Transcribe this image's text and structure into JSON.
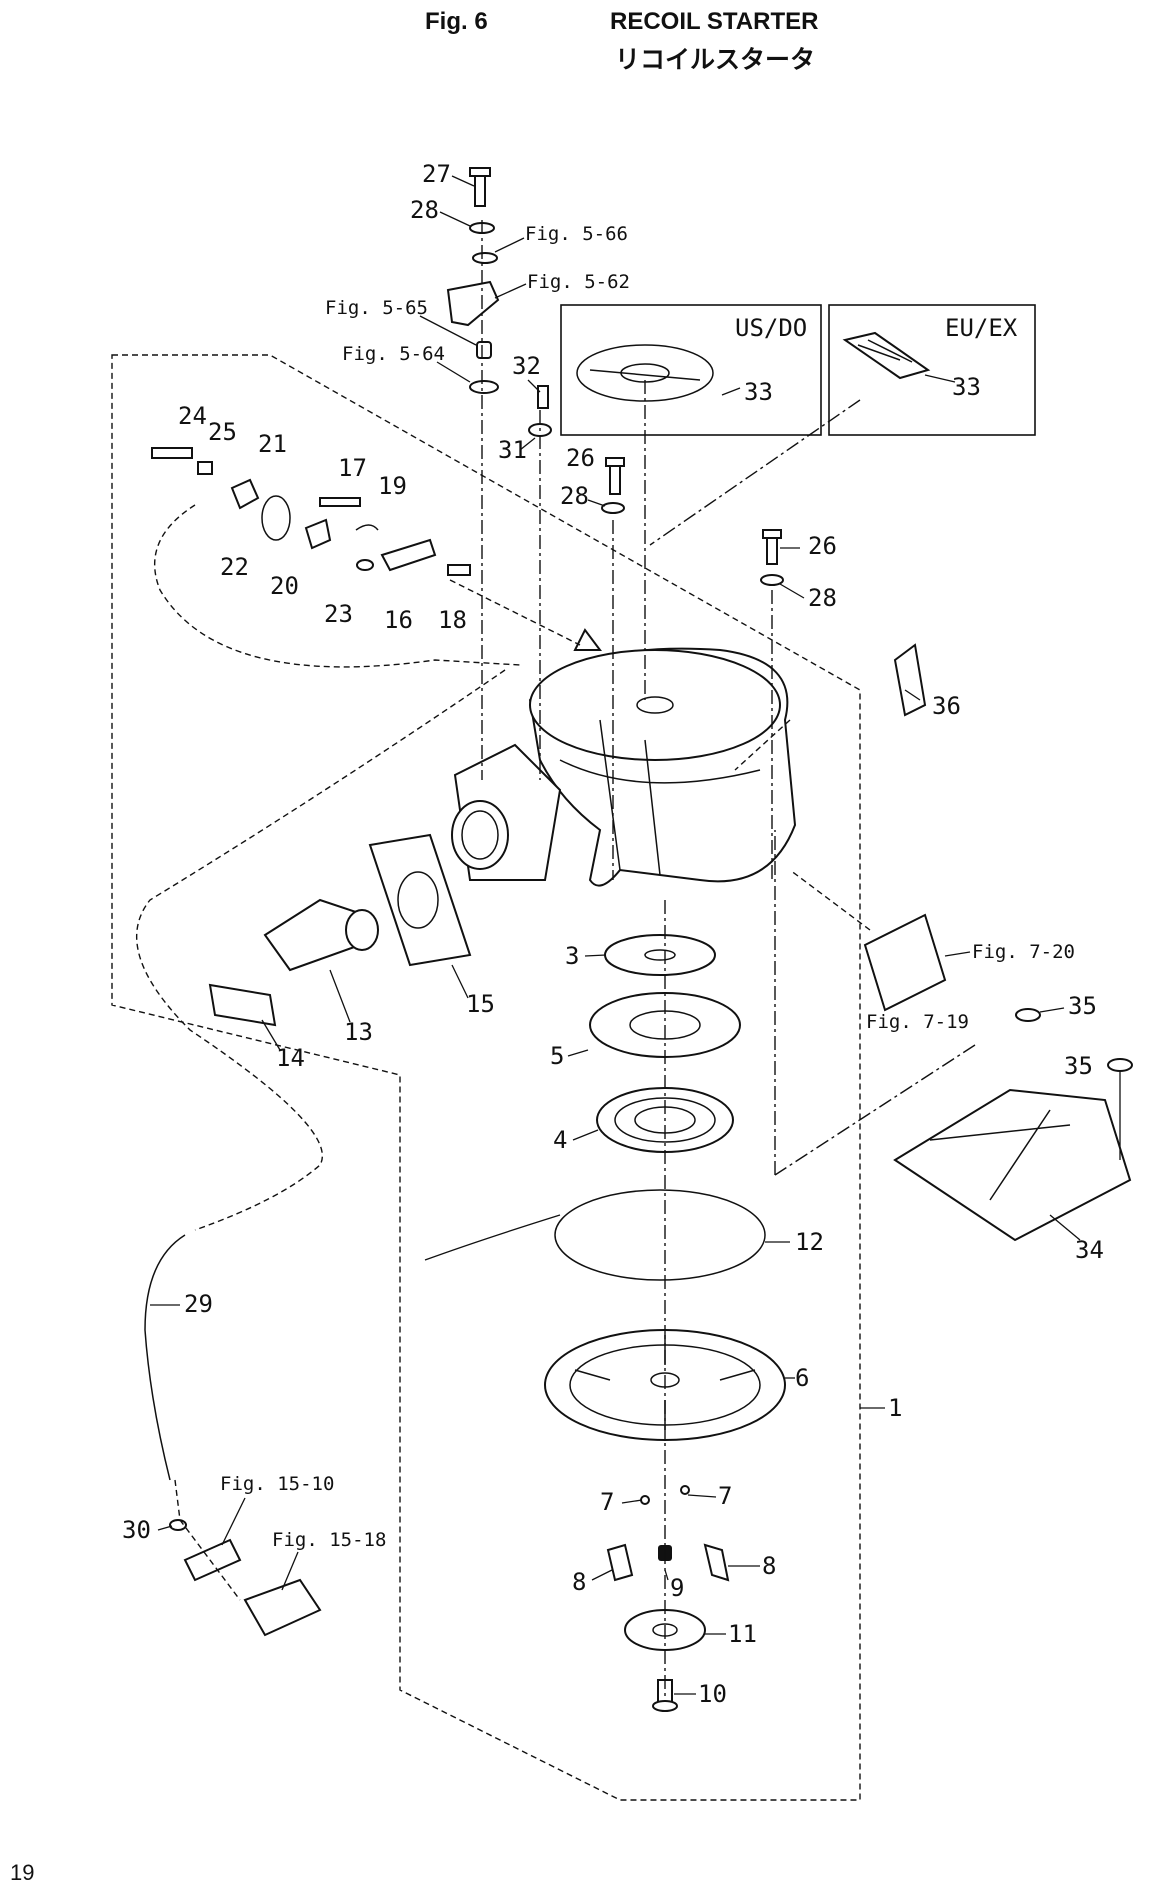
{
  "header": {
    "fig_no": "Fig. 6",
    "title_en": "RECOIL STARTER",
    "title_jp": "リコイルスタータ"
  },
  "page_number": "19",
  "variant_boxes": [
    {
      "label": "US/DO",
      "part": "33"
    },
    {
      "label": "EU/EX",
      "part": "33"
    }
  ],
  "references": [
    "Fig. 5-66",
    "Fig. 5-62",
    "Fig. 5-65",
    "Fig. 5-64",
    "Fig. 7-20",
    "Fig. 7-19",
    "Fig. 15-10",
    "Fig. 15-18"
  ],
  "callouts": [
    "27",
    "28",
    "32",
    "31",
    "26",
    "28",
    "26",
    "28",
    "24",
    "25",
    "21",
    "17",
    "19",
    "22",
    "20",
    "23",
    "16",
    "18",
    "36",
    "15",
    "13",
    "14",
    "3",
    "5",
    "4",
    "12",
    "6",
    "1",
    "7",
    "7",
    "8",
    "9",
    "8",
    "11",
    "10",
    "35",
    "35",
    "34",
    "29",
    "30"
  ]
}
